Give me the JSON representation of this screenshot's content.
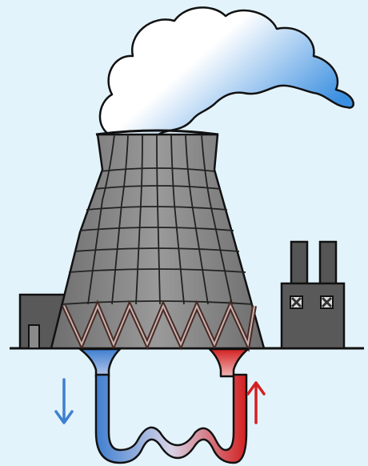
{
  "scene": {
    "subject": "cooling-tower-illustration",
    "background_color": "#e3f3fc",
    "tower_color": "#7a7a7a",
    "building_color": "#5a5a5a",
    "cold_flow_color": "#3f7fd0",
    "hot_flow_color": "#d42020",
    "steam_color": "#ffffff",
    "steam_shade_color": "#3b8fe0",
    "flow_arrows": [
      {
        "name": "cold-water-down-arrow",
        "direction": "down",
        "color": "#3f7fd0"
      },
      {
        "name": "hot-water-up-arrow",
        "direction": "up",
        "color": "#d42020"
      }
    ]
  }
}
